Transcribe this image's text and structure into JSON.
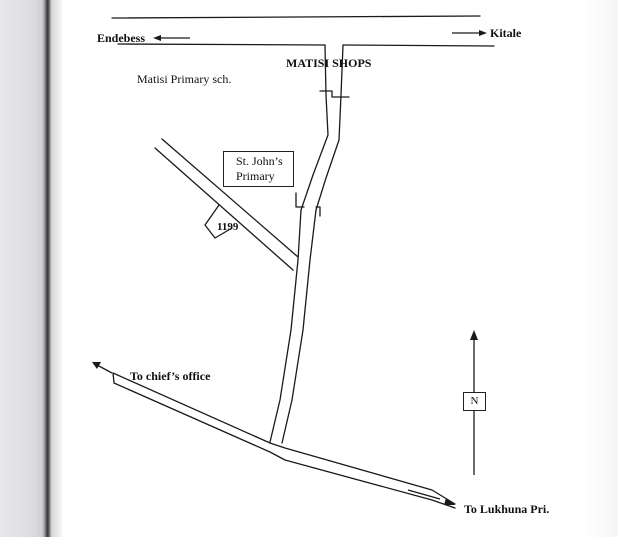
{
  "map": {
    "labels": {
      "endebess": "Endebess",
      "kitale": "Kitale",
      "matisi_shops": "MATISI SHOPS",
      "matisi_primary": "Matisi Primary sch.",
      "st_johns": [
        "St. John’s",
        "Primary"
      ],
      "plot_number": "1199",
      "chiefs_office": "To chief’s office",
      "lukhuna": "To Lukhuna Pri.",
      "north": "N"
    },
    "colors": {
      "ink": "#1a1a1a",
      "paper": "#ffffff",
      "binding_shadow": "#3a3a3e"
    },
    "icons": [
      "arrow-left-icon",
      "arrow-right-icon",
      "north-arrow-icon"
    ]
  }
}
